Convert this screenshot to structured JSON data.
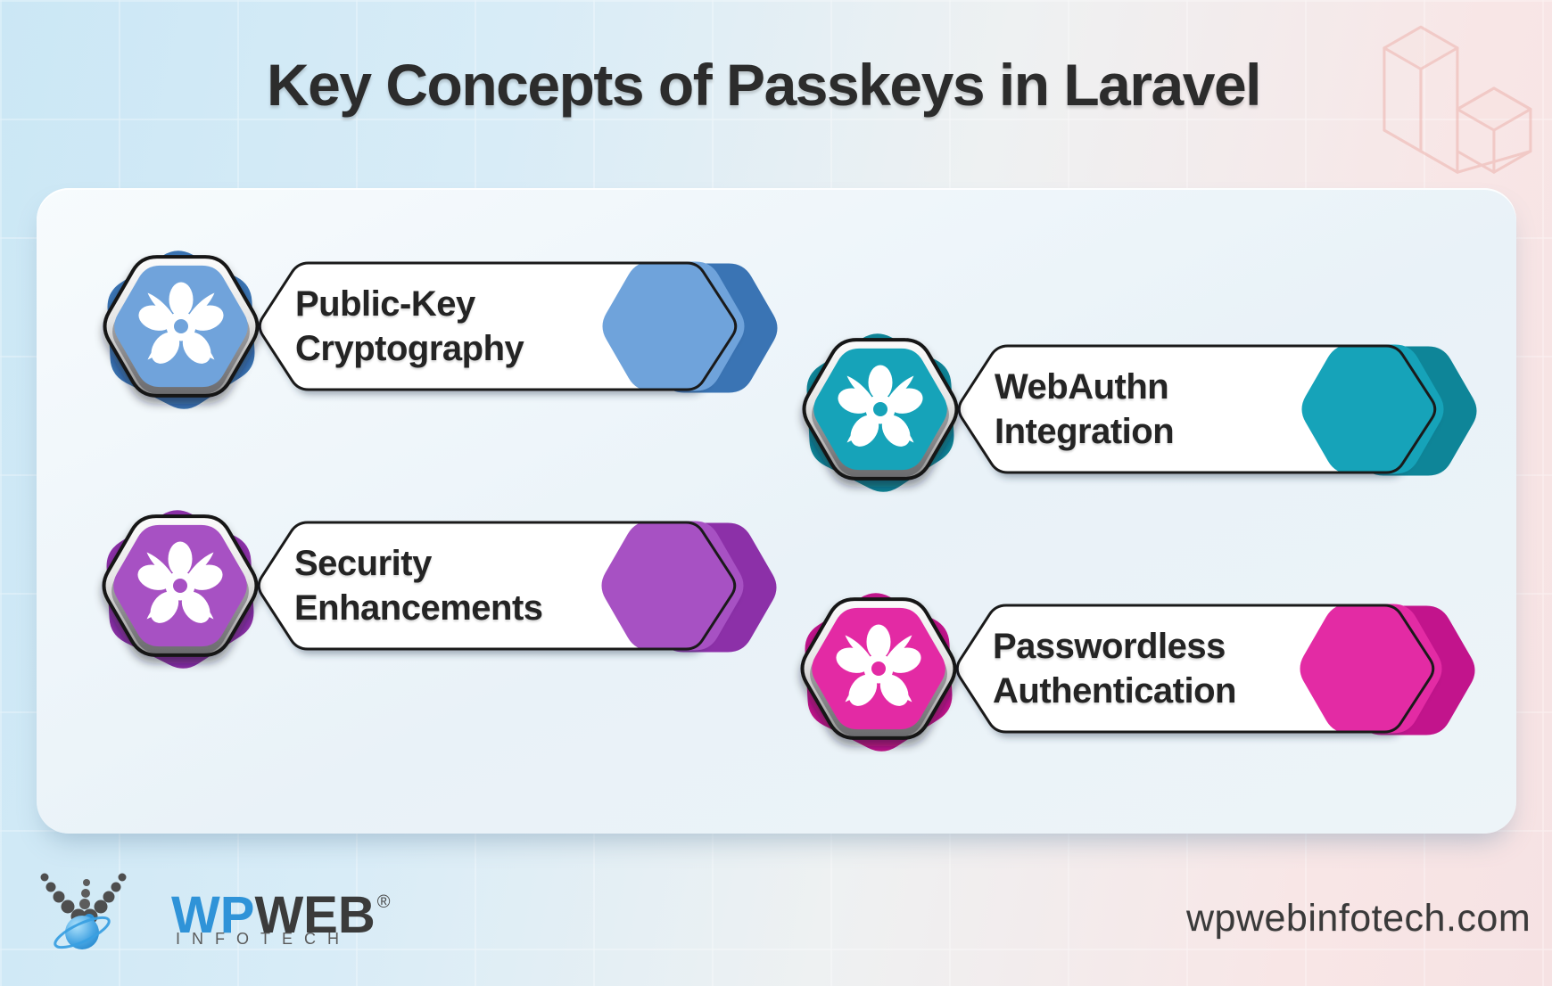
{
  "title": "Key Concepts of Passkeys in Laravel",
  "items": [
    {
      "line1": "Public-Key",
      "line2": "Cryptography",
      "colors": {
        "fill": "#6FA3DB",
        "shade": "#3A74B4"
      }
    },
    {
      "line1": "WebAuthn",
      "line2": "Integration",
      "colors": {
        "fill": "#16A3B9",
        "shade": "#0E8598"
      }
    },
    {
      "line1": "Security",
      "line2": "Enhancements",
      "colors": {
        "fill": "#A751C3",
        "shade": "#8C30A8"
      }
    },
    {
      "line1": "Passwordless",
      "line2": "Authentication",
      "colors": {
        "fill": "#E32BA4",
        "shade": "#C2148C"
      }
    }
  ],
  "icon": {
    "name": "flower-icon"
  },
  "watermark": {
    "name": "laravel-logo",
    "color": "#EDB3AD"
  },
  "brand": {
    "primary": "WP",
    "secondary": "WEB",
    "registered": "®",
    "subtitle": "INFOTECH"
  },
  "website": "wpwebinfotech.com",
  "palette": {
    "background_left": "#CBE7F5",
    "background_right": "#F8E6E6",
    "card": "#EDF4F8",
    "title_text": "#2C2C2C",
    "label_text": "#242424",
    "brand_blue": "#2F93D8",
    "brand_dark": "#3B3B3B"
  }
}
